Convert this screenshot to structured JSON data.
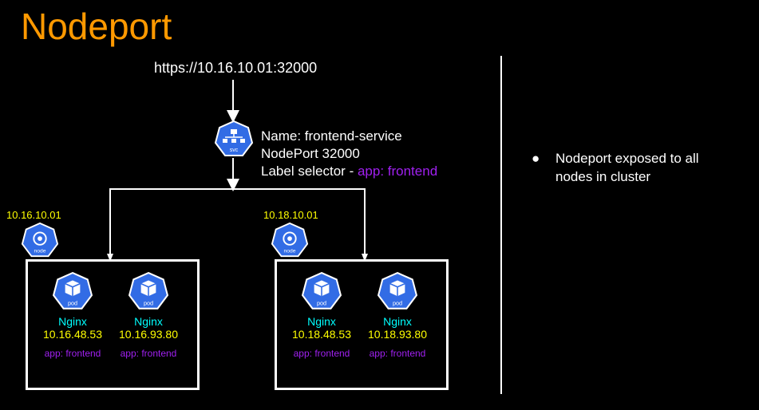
{
  "title": "Nodeport",
  "url": "https://10.16.10.01:32000",
  "service": {
    "name_line": "Name: frontend-service",
    "nodeport_line": "NodePort 32000",
    "selector_prefix": "Label selector - ",
    "selector_value": "app: frontend",
    "icon_label": "svc"
  },
  "nodes": [
    {
      "ip": "10.16.10.01",
      "icon_label": "node",
      "pods": [
        {
          "icon_label": "pod",
          "name": "Nginx",
          "ip": "10.16.48.53",
          "label": "app: frontend"
        },
        {
          "icon_label": "pod",
          "name": "Nginx",
          "ip": "10.16.93.80",
          "label": "app: frontend"
        }
      ]
    },
    {
      "ip": "10.18.10.01",
      "icon_label": "node",
      "pods": [
        {
          "icon_label": "pod",
          "name": "Nginx",
          "ip": "10.18.48.53",
          "label": "app: frontend"
        },
        {
          "icon_label": "pod",
          "name": "Nginx",
          "ip": "10.18.93.80",
          "label": "app: frontend"
        }
      ]
    }
  ],
  "bullets": [
    "Nodeport exposed to all nodes in cluster"
  ],
  "colors": {
    "title": "#ff9900",
    "k8s_blue": "#326ce5",
    "pod_name": "#00ffff",
    "ip": "#ffff00",
    "label": "#a020f0"
  }
}
